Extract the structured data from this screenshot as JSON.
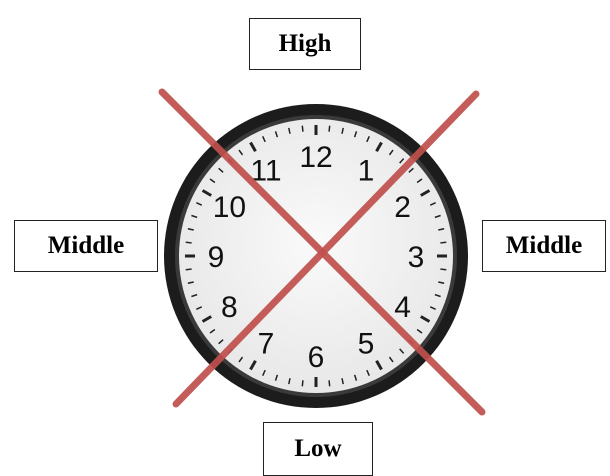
{
  "labels": {
    "top": "High",
    "left": "Middle",
    "right": "Middle",
    "bottom": "Low"
  },
  "clock": {
    "numerals": [
      "12",
      "1",
      "2",
      "3",
      "4",
      "5",
      "6",
      "7",
      "8",
      "9",
      "10",
      "11"
    ],
    "face_color": "#f3f3f3",
    "rim_color": "#1c1c1c"
  },
  "cross": {
    "color": "#c0504d"
  }
}
